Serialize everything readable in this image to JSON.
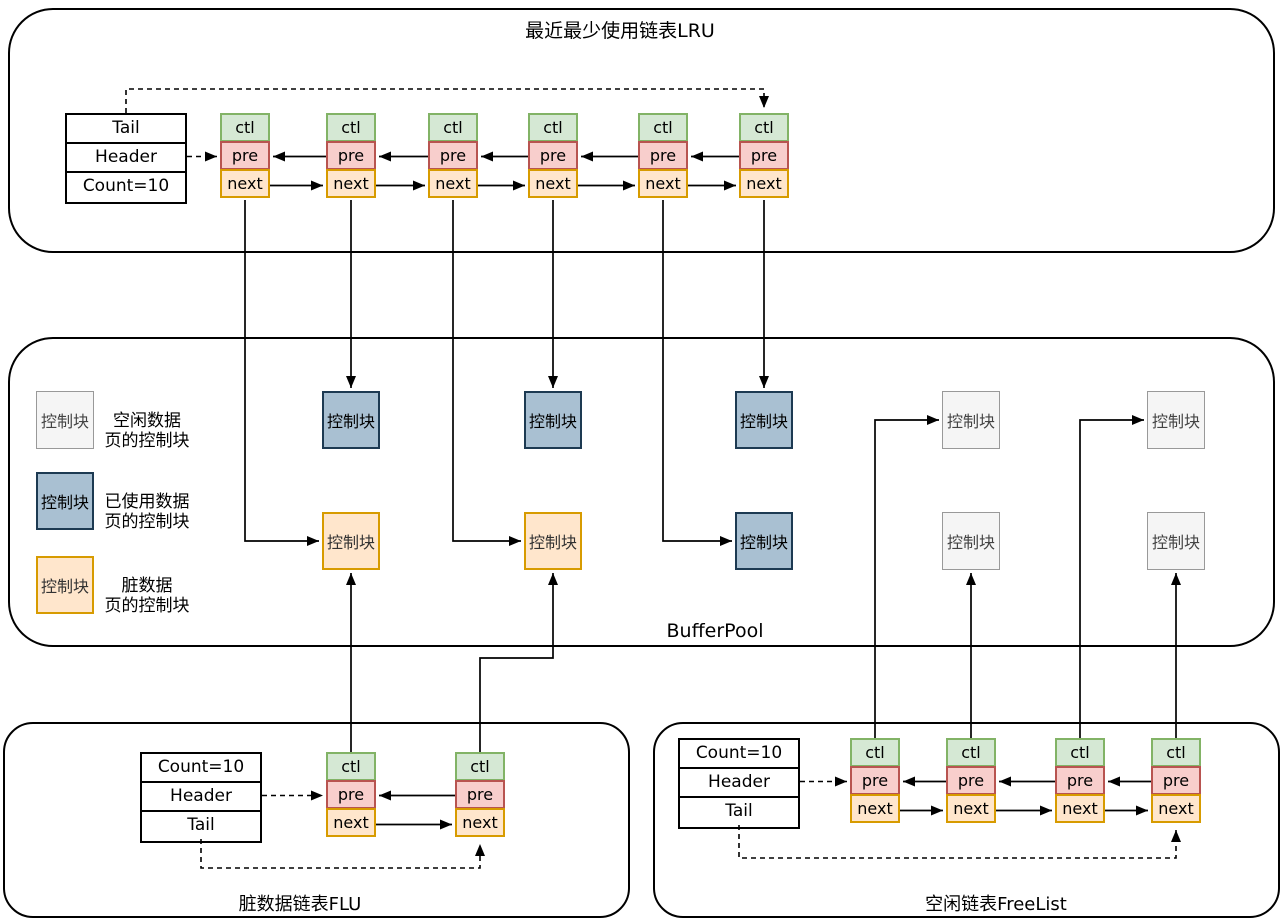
{
  "panels": {
    "lru": {
      "title": "最近最少使用链表LRU"
    },
    "bufferpool": {
      "label": "BufferPool"
    },
    "flu": {
      "label": "脏数据链表FLU"
    },
    "freelist": {
      "label": "空闲链表FreeList"
    }
  },
  "node_cells": {
    "ctl": "ctl",
    "pre": "pre",
    "next": "next"
  },
  "headers": {
    "lru": [
      "Tail",
      "Header",
      "Count=10"
    ],
    "flu": [
      "Count=10",
      "Header",
      "Tail"
    ],
    "freelist": [
      "Count=10",
      "Header",
      "Tail"
    ]
  },
  "control_block_label": "控制块",
  "legend": [
    {
      "type": "free",
      "box_label": "控制块",
      "desc_line1": "空闲数据",
      "desc_line2": "页的控制块"
    },
    {
      "type": "used",
      "box_label": "控制块",
      "desc_line1": "已使用数据",
      "desc_line2": "页的控制块"
    },
    {
      "type": "dirty",
      "box_label": "控制块",
      "desc_line1": "脏数据",
      "desc_line2": "页的控制块"
    }
  ],
  "colors": {
    "ctl_fill": "#d5e8d4",
    "ctl_border": "#82b366",
    "pre_fill": "#f8cecc",
    "pre_border": "#b85450",
    "next_fill": "#ffe6cc",
    "next_border": "#d79b00",
    "used_fill": "#a9c0d2",
    "used_border": "#1d3a52",
    "free_fill": "#f5f5f5",
    "free_border": "#999999",
    "dirty_fill": "#ffe6cc",
    "dirty_border": "#d79b00",
    "line": "#000000"
  }
}
